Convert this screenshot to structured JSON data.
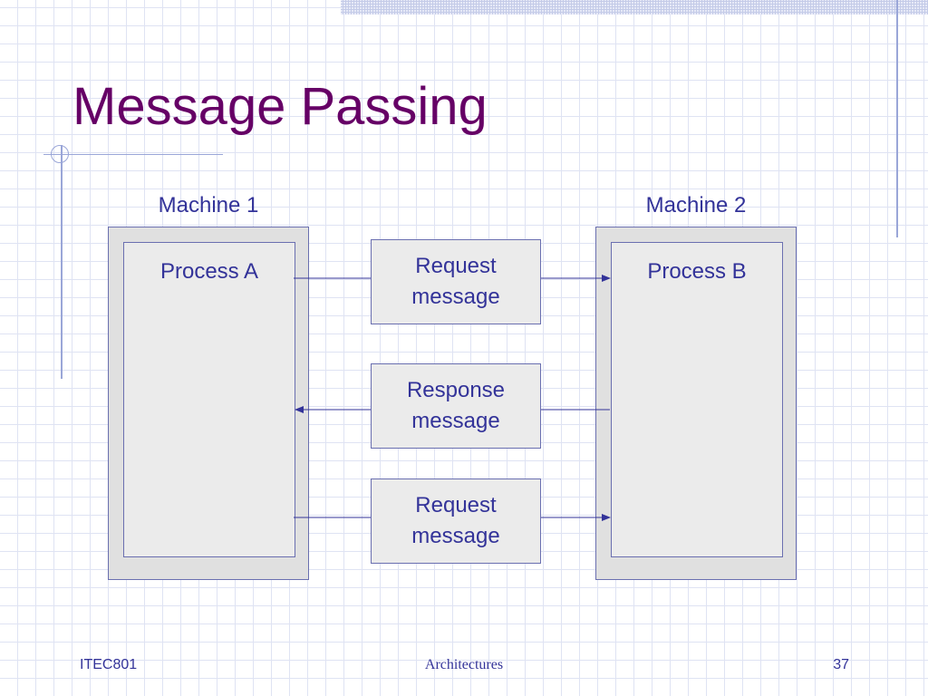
{
  "slide": {
    "title": "Message Passing"
  },
  "diagram": {
    "machine1": {
      "label": "Machine 1",
      "process": "Process A"
    },
    "machine2": {
      "label": "Machine 2",
      "process": "Process B"
    },
    "messages": [
      {
        "line1": "Request",
        "line2": "message",
        "direction": "A-to-B"
      },
      {
        "line1": "Response",
        "line2": "message",
        "direction": "B-to-A"
      },
      {
        "line1": "Request",
        "line2": "message",
        "direction": "A-to-B"
      }
    ]
  },
  "footer": {
    "left": "ITEC801",
    "center": "Architectures",
    "page_number": "37"
  },
  "colors": {
    "title": "#660066",
    "text": "#333399",
    "box_fill": "#ebebeb",
    "machine_fill": "#e0e0e0",
    "border": "#6a6fb0"
  }
}
